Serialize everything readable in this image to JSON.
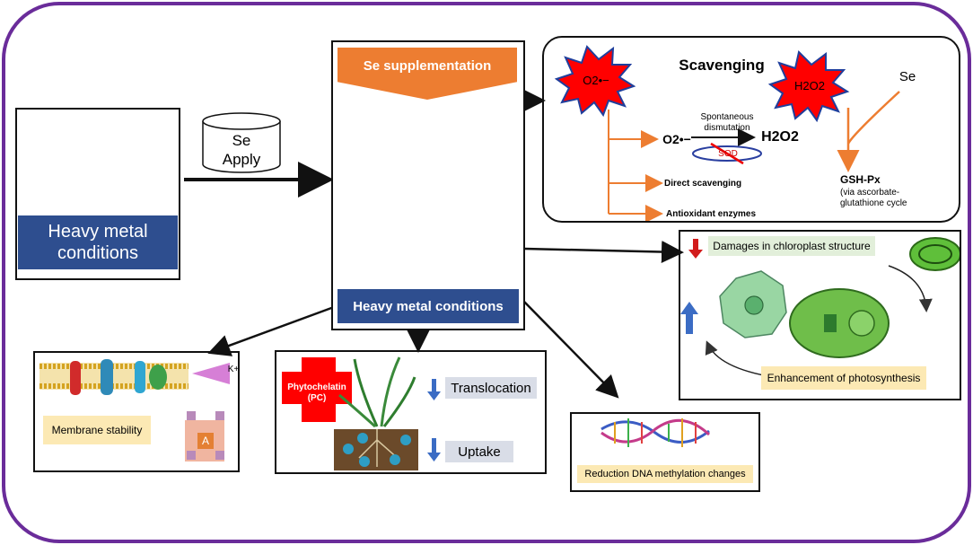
{
  "left_panel": {
    "label": "Heavy metal conditions"
  },
  "se_apply": {
    "line1": "Se",
    "line2": "Apply"
  },
  "center_panel": {
    "top_label": "Se supplementation",
    "bottom_label": "Heavy metal conditions"
  },
  "scavenging": {
    "title": "Scavenging",
    "superoxide_burst": "O2•−",
    "peroxide_burst": "H2O2",
    "se_label": "Se",
    "o2_text": "O2•−",
    "spontaneous_l1": "Spontaneous",
    "spontaneous_l2": "dismutation",
    "sod_label": "SOD",
    "h2o2_text": "H2O2",
    "direct": "Direct scavenging",
    "antioxidant": "Antioxidant enzymes",
    "gshpx": "GSH-Px",
    "via_l1": "(via ascorbate-",
    "via_l2": "glutathione cycle"
  },
  "chloroplast": {
    "damage": "Damages in chloroplast structure",
    "enhancement": "Enhancement of photosynthesis"
  },
  "membrane": {
    "label": "Membrane stability",
    "kplus": "K+",
    "a_label": "A"
  },
  "pc": {
    "name_l1": "Phytochelatin",
    "name_l2": "(PC)",
    "translocation": "Translocation",
    "uptake": "Uptake"
  },
  "dna": {
    "label": "Reduction DNA methylation changes"
  },
  "colors": {
    "frame": "#6a2c9a",
    "blue": "#2e4e8f",
    "orange": "#ed7d31",
    "red": "#ff0000",
    "burst_outline": "#1f3e9c",
    "cream": "#fce9b4"
  }
}
